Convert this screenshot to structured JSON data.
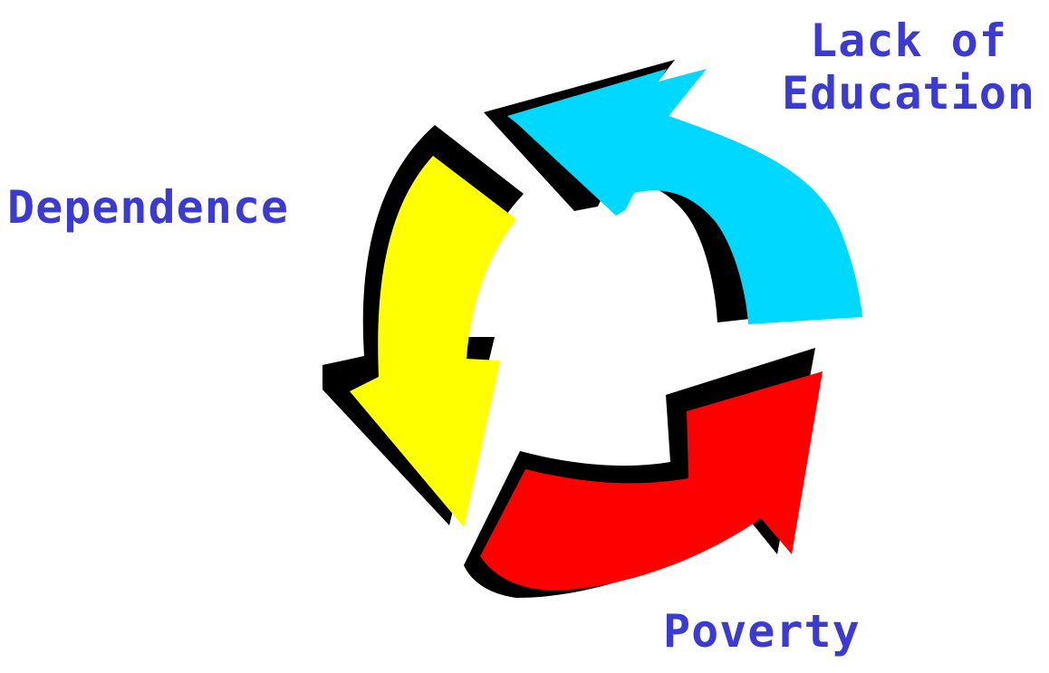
{
  "diagram": {
    "labels": {
      "lack_of_education_line1": "Lack of",
      "lack_of_education_line2": "Education",
      "dependence": "Dependence",
      "poverty": "Poverty"
    },
    "arrows": [
      {
        "name": "lack-of-education-arrow",
        "color": "#00d8ff"
      },
      {
        "name": "dependence-arrow",
        "color": "#ffff00"
      },
      {
        "name": "poverty-arrow",
        "color": "#ff0000"
      }
    ],
    "outline_color": "#000000",
    "label_color": "#3b3bd1"
  }
}
